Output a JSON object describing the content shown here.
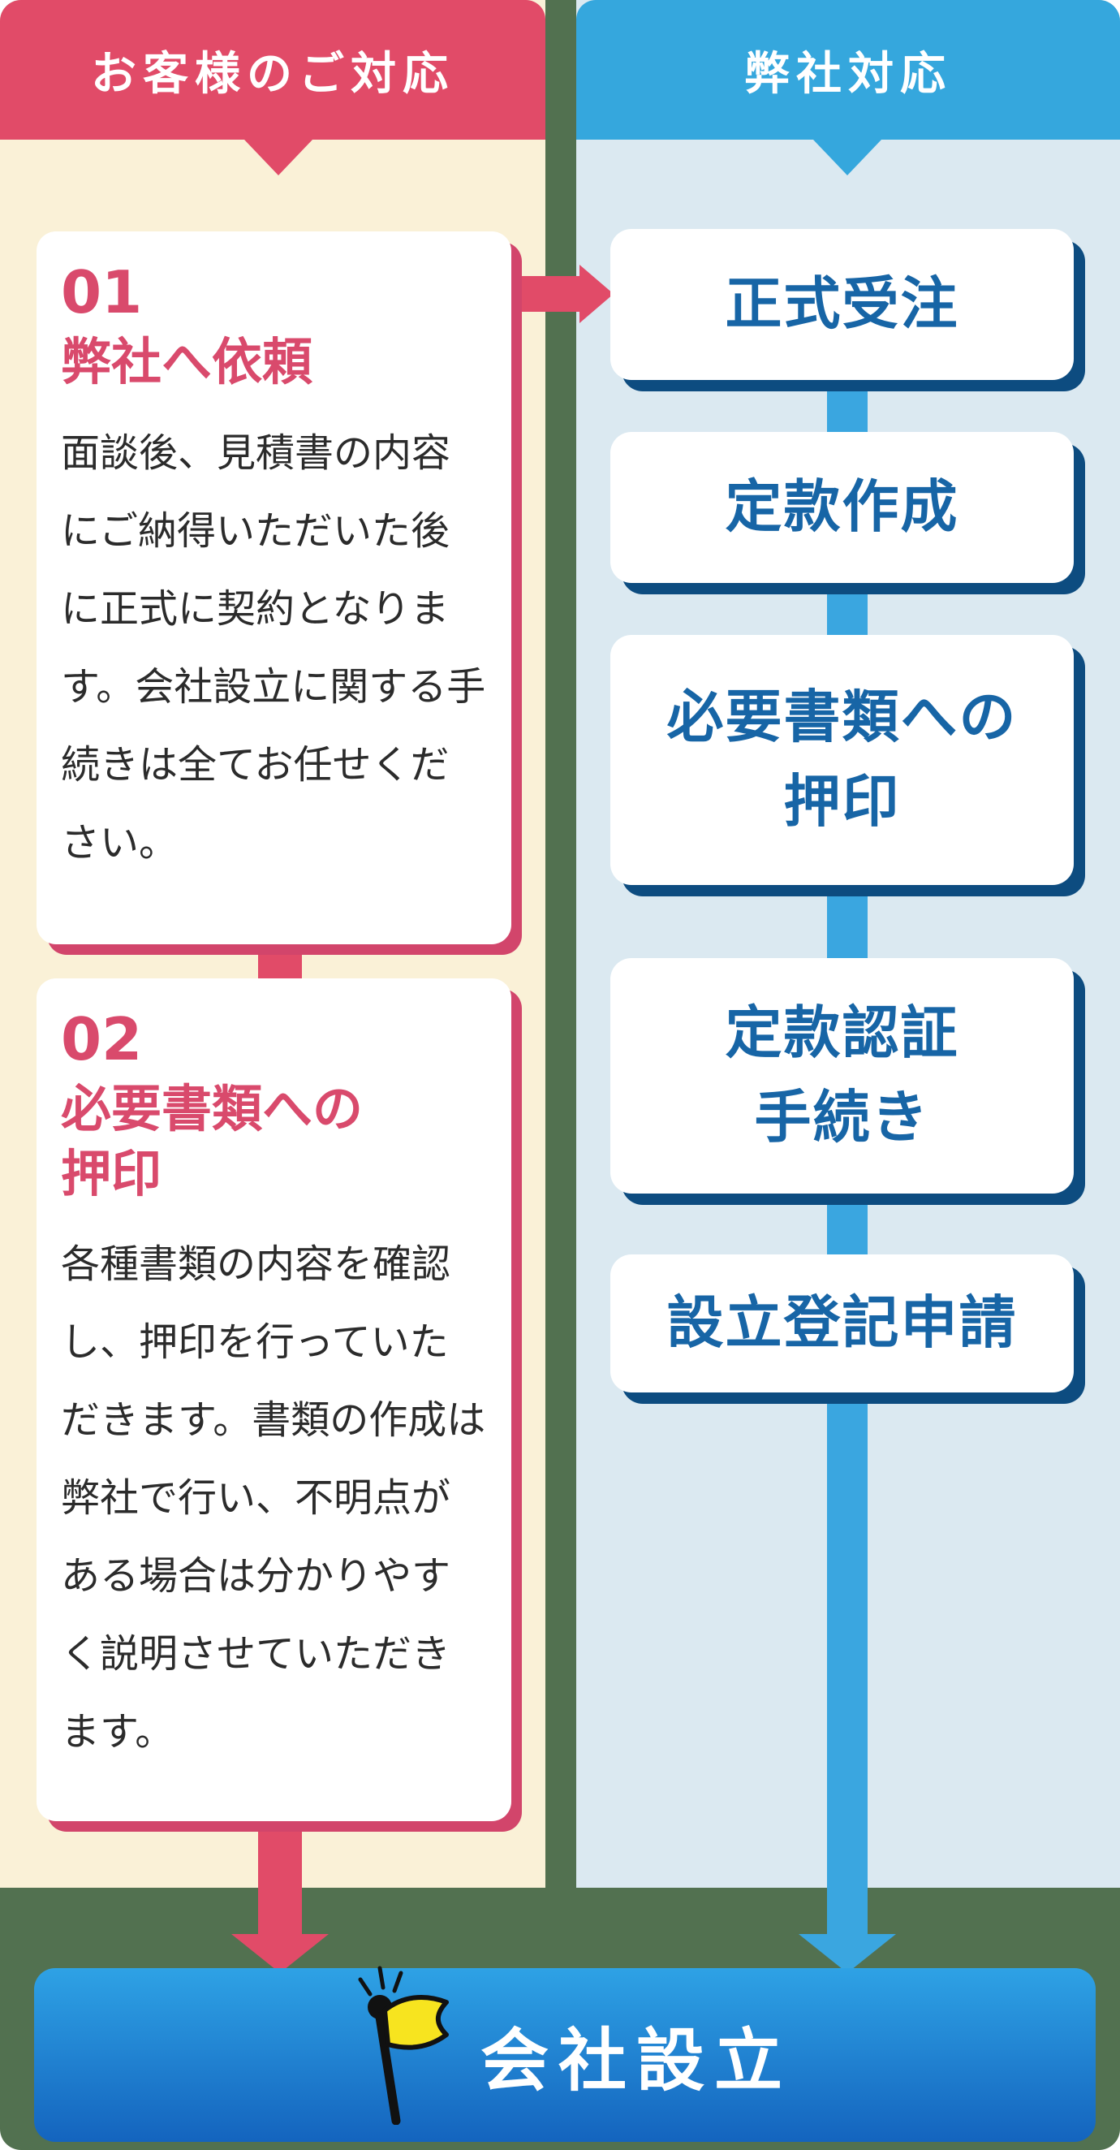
{
  "colors": {
    "pink": "#E14B68",
    "pinkDark": "#D2456B",
    "pinkText": "#D94A6C",
    "cream": "#FAF1D7",
    "green": "#527150",
    "blue": "#35A7DD",
    "blueLight": "#3AA6E0",
    "colRight": "#DBE9F1",
    "navy": "#0D4C80",
    "boxText": "#1765A6",
    "barTop": "#2EA2E5",
    "barBottom": "#1464BE",
    "ink": "#2B2B2B",
    "white": "#FFFFFF",
    "flagYellow": "#F7E41F"
  },
  "left": {
    "header": "お客様のご対応",
    "steps": [
      {
        "number": "01",
        "title_lines": [
          "弊社へ依頼"
        ],
        "body": "面談後、見積書の内容にご納得いただいた後に正式に契約となります。会社設立に関する手続きは全てお任せください。"
      },
      {
        "number": "02",
        "title_lines": [
          "必要書類への",
          "押印"
        ],
        "body": "各種書類の内容を確認し、押印を行っていただきます。書類の作成は弊社で行い、不明点がある場合は分かりやすく説明させていただきます。"
      }
    ]
  },
  "right": {
    "header": "弊社対応",
    "boxes": [
      {
        "lines": [
          "正式受注"
        ]
      },
      {
        "lines": [
          "定款作成"
        ]
      },
      {
        "lines": [
          "必要書類への",
          "押印"
        ]
      },
      {
        "lines": [
          "定款認証",
          "手続き"
        ]
      },
      {
        "lines": [
          "設立登記申請"
        ]
      }
    ]
  },
  "footer": {
    "label": "会社設立"
  }
}
